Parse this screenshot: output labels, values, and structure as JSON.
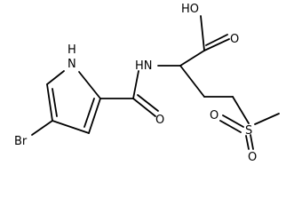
{
  "molecule": {
    "atoms": {
      "hydroxyl": "HO",
      "carbonyl_o_acid": "O",
      "pyrrole_nh": "H\nN",
      "amide_nh": "HN",
      "amide_o": "O",
      "bromine": "Br",
      "sulfur": "S",
      "sulfonyl_o1": "O",
      "sulfonyl_o2": "O"
    }
  }
}
